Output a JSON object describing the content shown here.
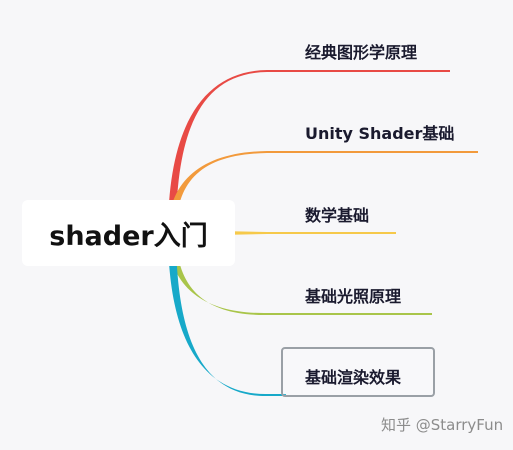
{
  "root": {
    "label": "shader入门"
  },
  "branches": [
    {
      "label": "经典图形学原理",
      "color": "#e84a45"
    },
    {
      "label": "Unity Shader基础",
      "color": "#f29a3c"
    },
    {
      "label": "数学基础",
      "color": "#f6c94a"
    },
    {
      "label": "基础光照原理",
      "color": "#a9c54a"
    },
    {
      "label": "基础渲染效果",
      "color": "#17a9c9",
      "selected": true
    }
  ],
  "watermark": "知乎 @StarryFun"
}
